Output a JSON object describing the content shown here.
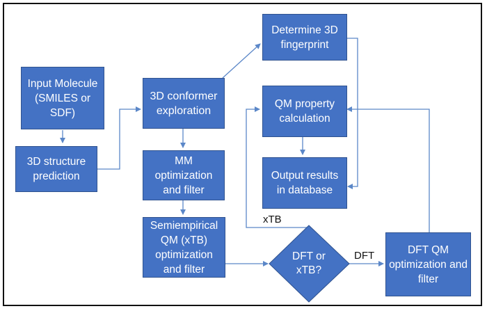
{
  "nodes": {
    "input_molecule": "Input Molecule (SMILES or SDF)",
    "structure_prediction": "3D structure prediction",
    "conformer_exploration": "3D conformer exploration",
    "mm_optimization": "MM optimization and filter",
    "semiempirical": "Semiempirical QM (xTB) optimization and filter",
    "determine_fingerprint": "Determine 3D fingerprint",
    "qm_property": "QM property calculation",
    "output_results": "Output results in database",
    "decision": "DFT or xTB?",
    "dft_qm": "DFT QM optimization and filter"
  },
  "edge_labels": {
    "xtb": "xTB",
    "dft": "DFT"
  },
  "colors": {
    "box_fill": "#4472C4",
    "box_border": "#2F528F",
    "connector": "#5B87C8"
  }
}
